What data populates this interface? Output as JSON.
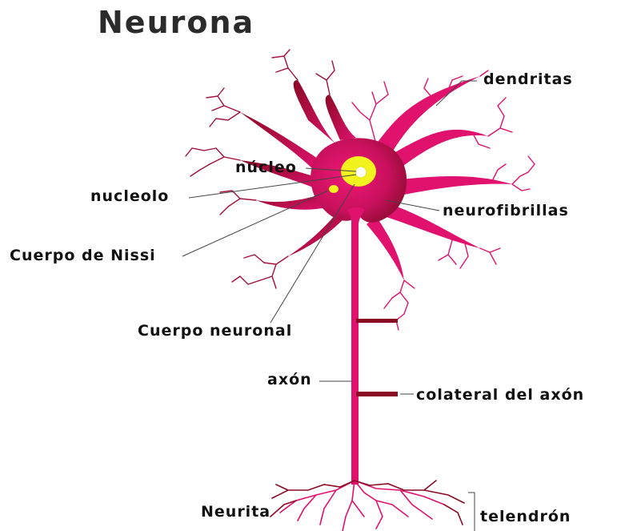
{
  "title": "Neurona",
  "labels": {
    "dendritas": "dendritas",
    "nucleo": "núcleo",
    "nucleolo": "nucleolo",
    "neurofibrillas": "neurofibrillas",
    "nissl": "Cuerpo de Nissi",
    "cuerpo_neuronal": "Cuerpo neuronal",
    "axon": "axón",
    "colateral": "colateral del axón",
    "neurita": "Neurita",
    "telendron": "telendrón"
  },
  "colors": {
    "membrane": "#e0126e",
    "membrane_dark": "#8a0a24",
    "nucleus": "#f2f21e",
    "nucleolus": "#ffffff",
    "leader": "#444444",
    "text": "#111111"
  }
}
